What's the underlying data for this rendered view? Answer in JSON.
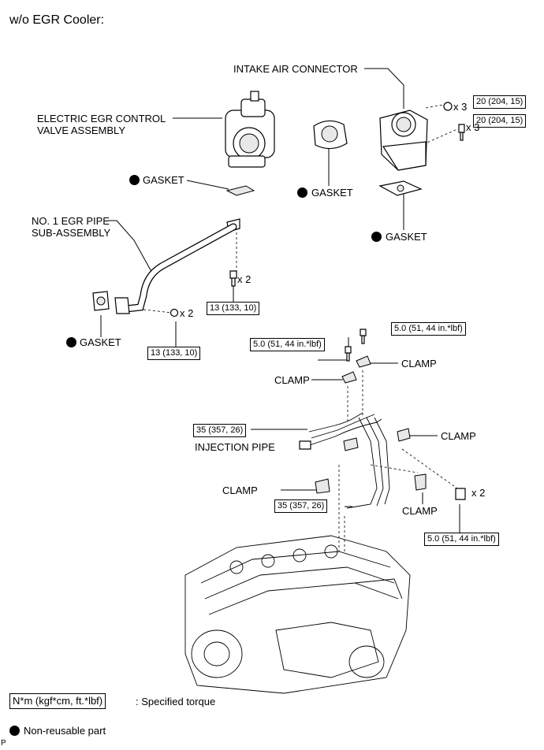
{
  "header": {
    "title": "w/o EGR Cooler:"
  },
  "labels": {
    "intake_air_connector": "INTAKE AIR CONNECTOR",
    "egr_valve_line1": "ELECTRIC EGR CONTROL",
    "egr_valve_line2": "VALVE ASSEMBLY",
    "gasket": "GASKET",
    "egr_pipe_line1": "NO. 1 EGR PIPE",
    "egr_pipe_line2": "SUB-ASSEMBLY",
    "clamp": "CLAMP",
    "injection_pipe": "INJECTION PIPE"
  },
  "torques": {
    "t20": "20 (204, 15)",
    "t13": "13 (133, 10)",
    "t5": "5.0 (51, 44 in.*lbf)",
    "t35": "35 (357, 26)"
  },
  "multipliers": {
    "x2": "x 2",
    "x3": "x 3"
  },
  "legend": {
    "torque_box": "N*m (kgf*cm, ft.*lbf)",
    "torque_text": ": Specified torque",
    "nonreusable_text": "Non-reusable part"
  },
  "footer": {
    "code": "P"
  }
}
